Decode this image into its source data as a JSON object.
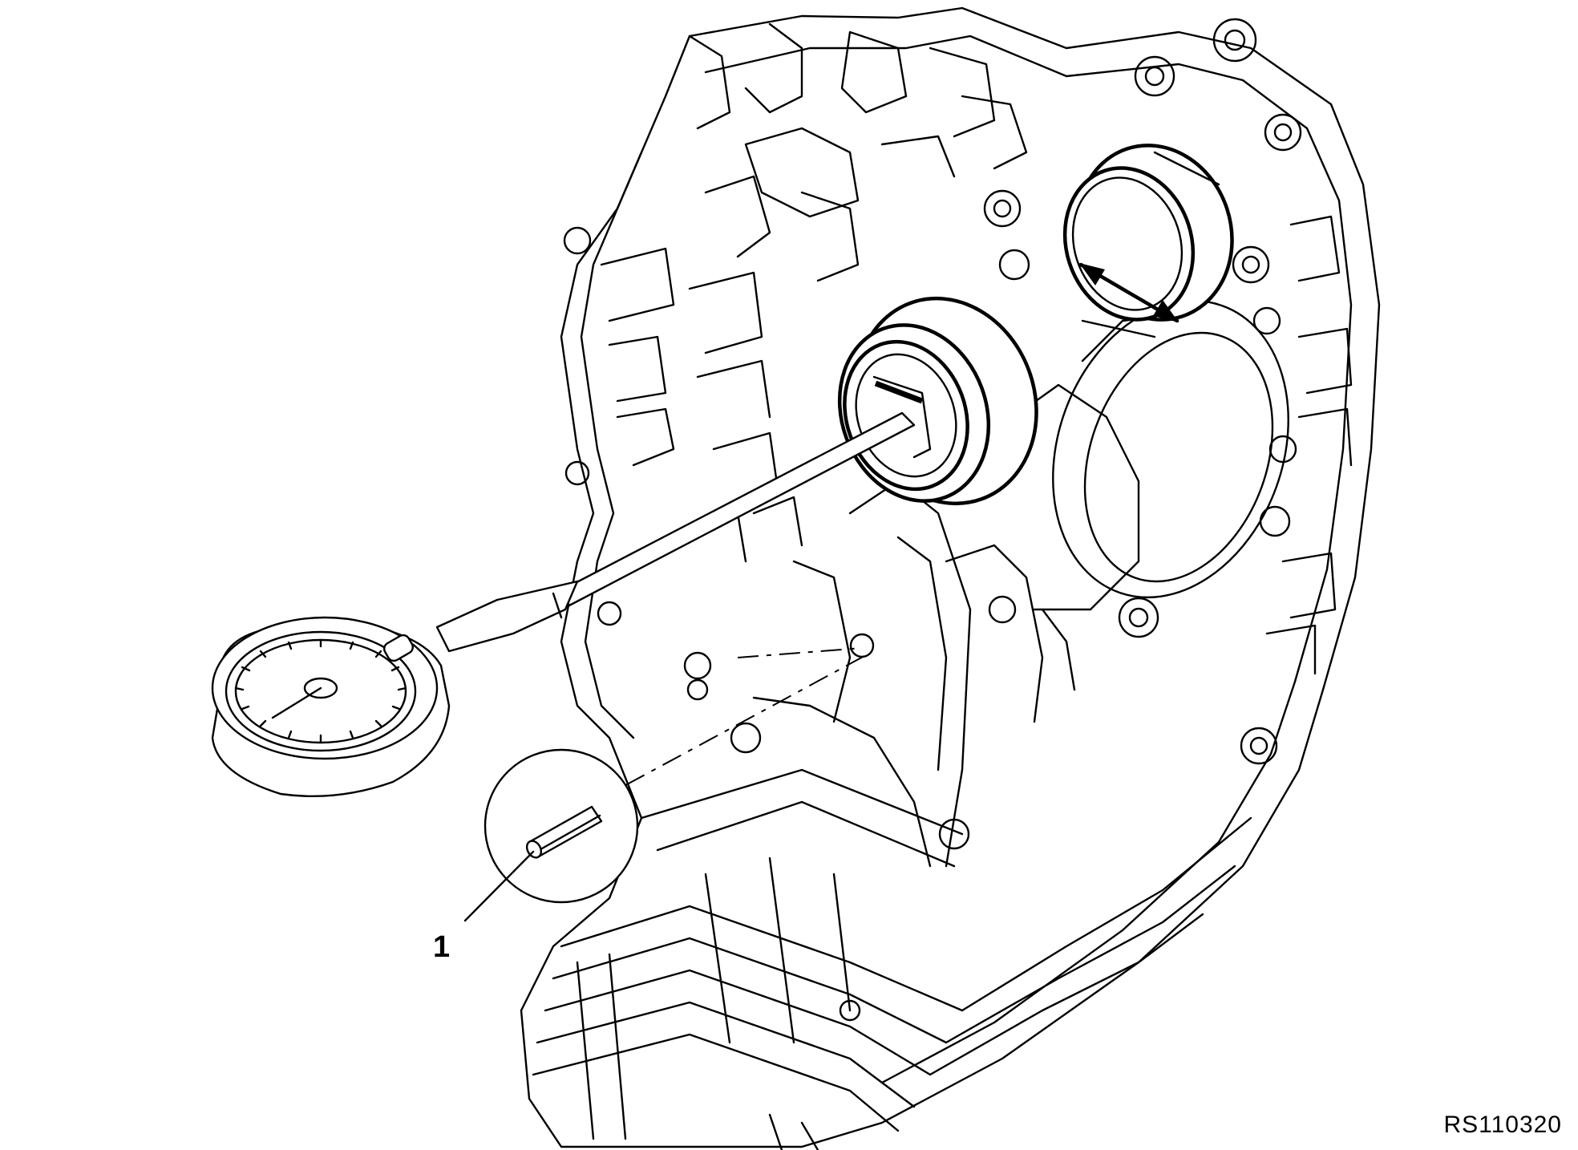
{
  "diagram": {
    "callouts": [
      {
        "number": "1",
        "part": "sleeve-pin"
      }
    ],
    "reference_code": "RS110320"
  }
}
